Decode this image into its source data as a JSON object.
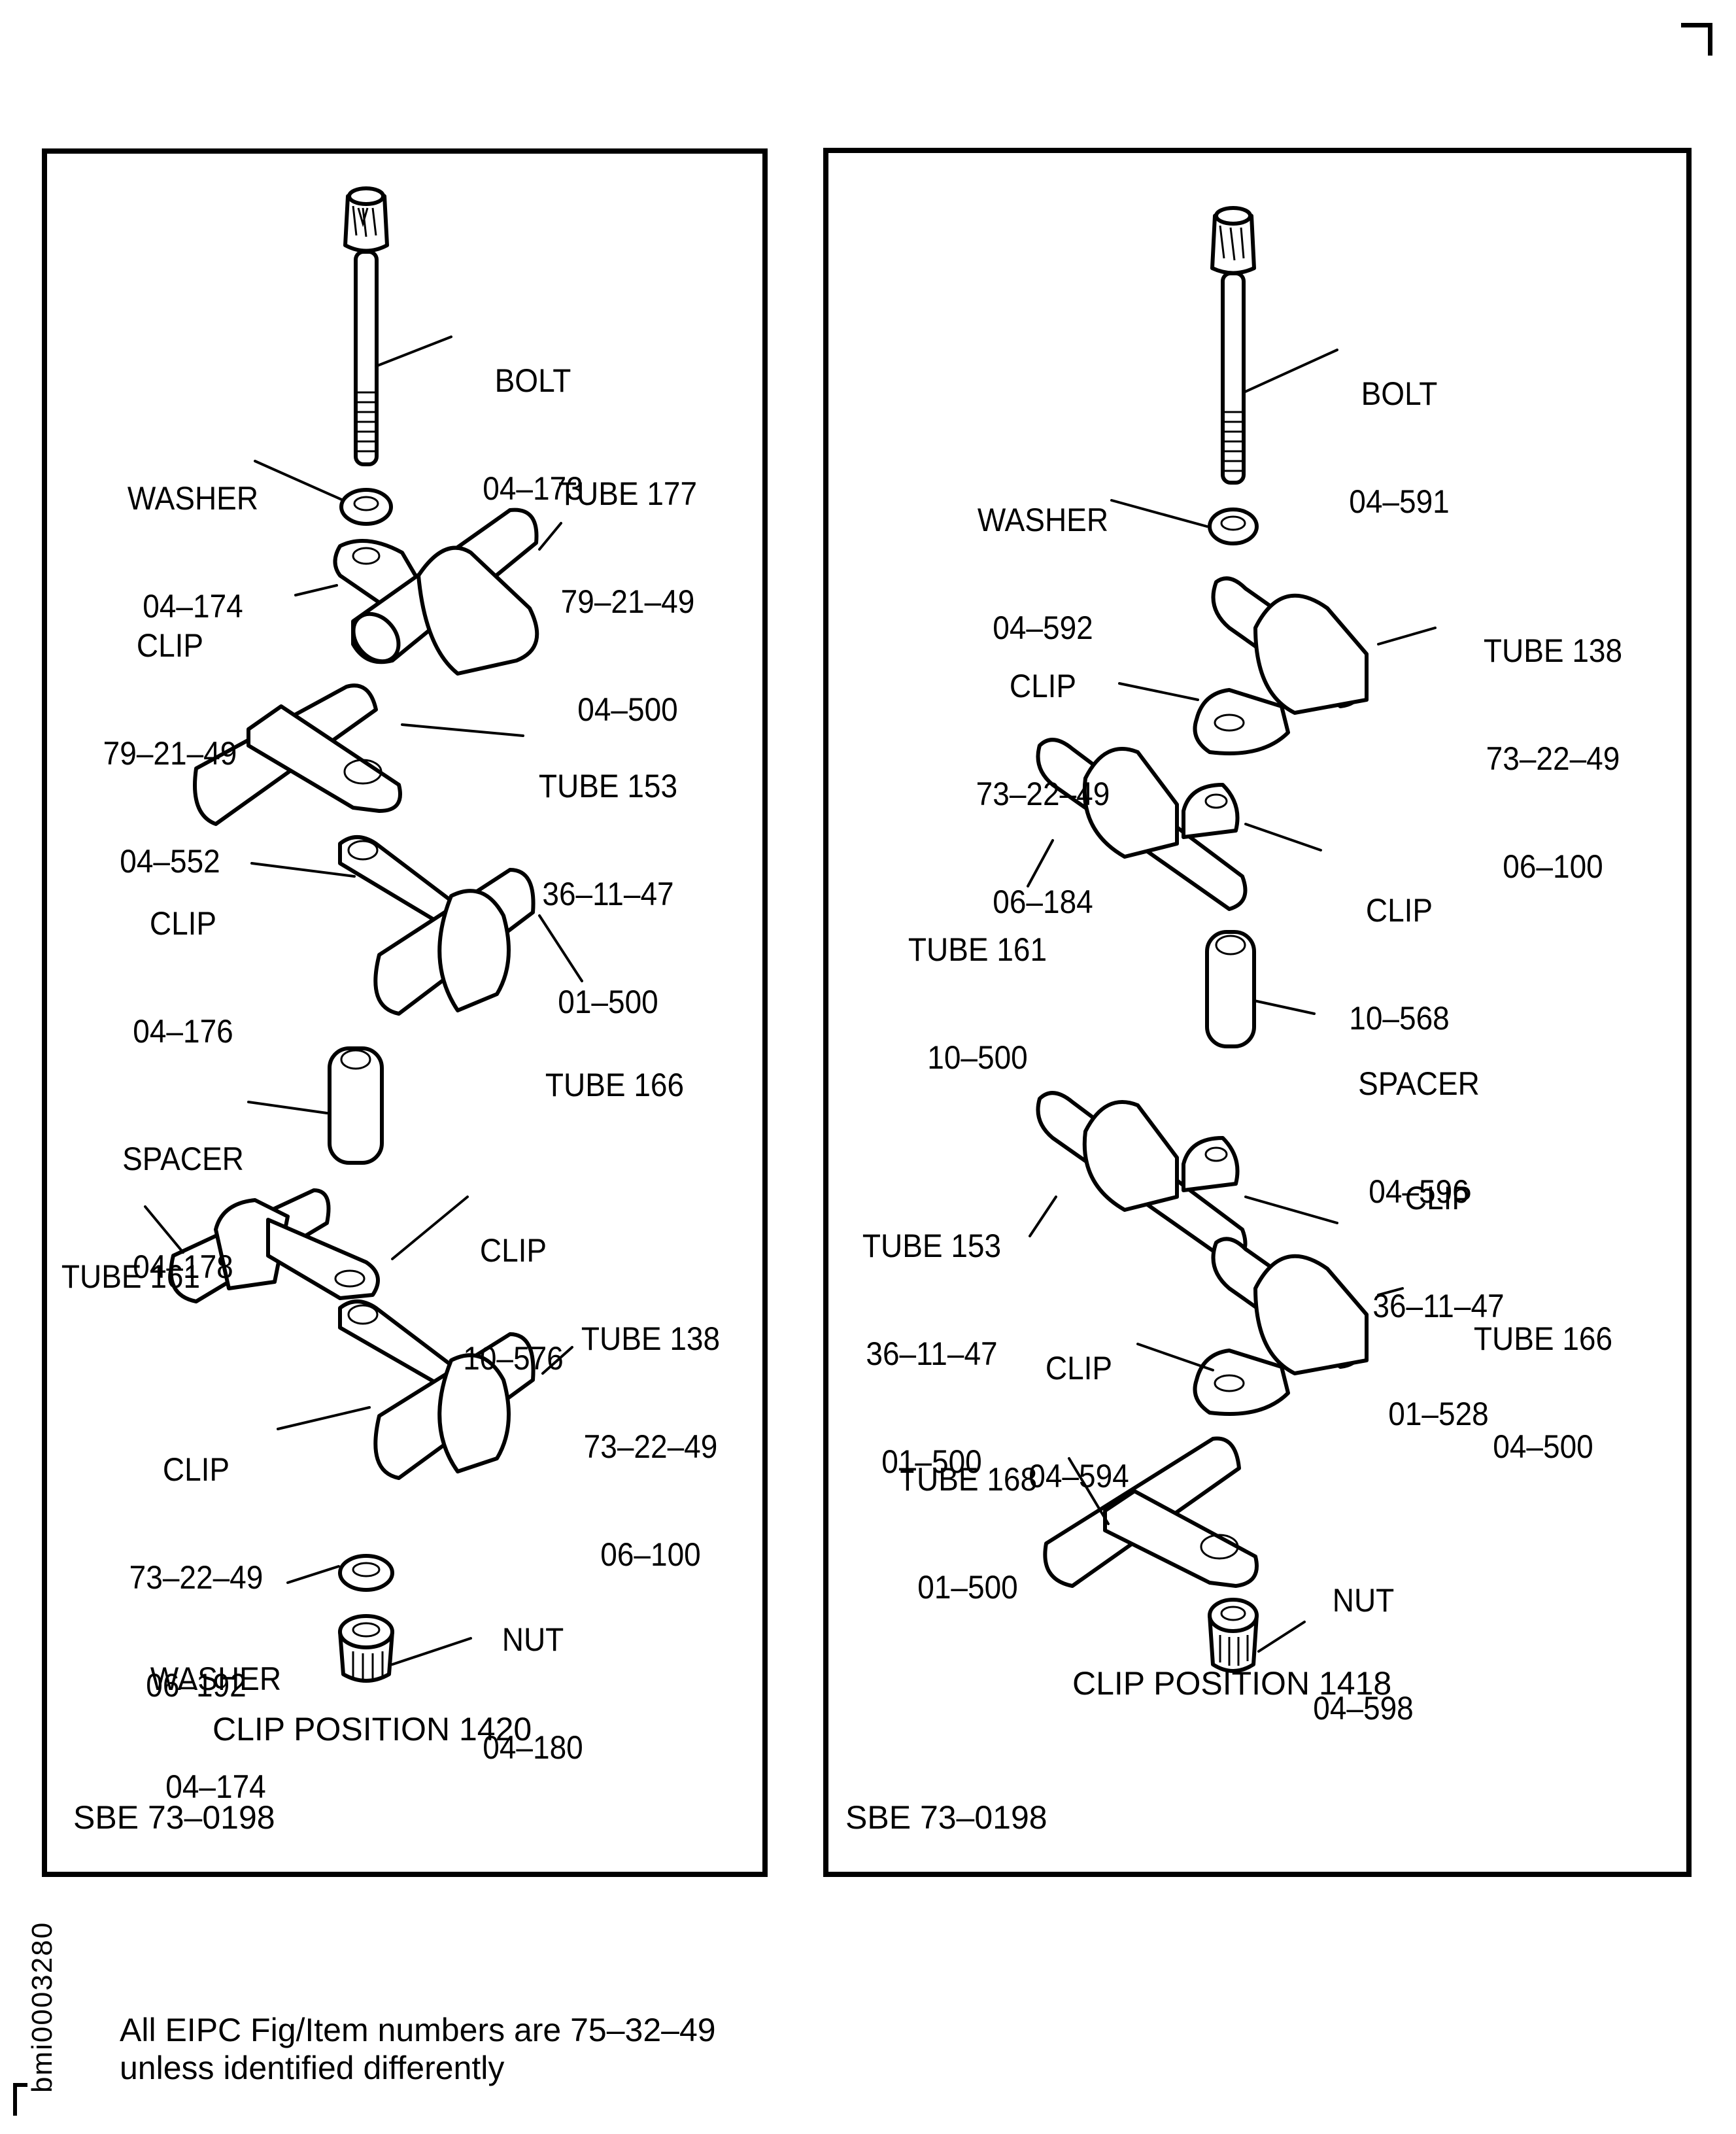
{
  "document": {
    "figure_id": "bmi0003280",
    "note_lines": [
      "All EIPC Fig/Item numbers are 75–32–49",
      "unless identified differently"
    ]
  },
  "panels": {
    "left": {
      "caption": "CLIP POSITION 1420",
      "reference": "SBE 73–0198",
      "callouts": [
        {
          "id": "bolt",
          "lines": [
            "BOLT",
            "04–173"
          ]
        },
        {
          "id": "washer-top",
          "lines": [
            "WASHER",
            "04–174"
          ]
        },
        {
          "id": "tube-177",
          "lines": [
            "TUBE 177",
            "79–21–49",
            "04–500"
          ]
        },
        {
          "id": "clip-1",
          "lines": [
            "CLIP",
            "79–21–49",
            "04–552"
          ]
        },
        {
          "id": "tube-153",
          "lines": [
            "TUBE 153",
            "36–11–47",
            "01–500"
          ]
        },
        {
          "id": "clip-2",
          "lines": [
            "CLIP",
            "04–176"
          ]
        },
        {
          "id": "tube-166",
          "lines": [
            "TUBE 166"
          ]
        },
        {
          "id": "spacer",
          "lines": [
            "SPACER",
            "04–178"
          ]
        },
        {
          "id": "clip-3",
          "lines": [
            "CLIP",
            "10–576"
          ]
        },
        {
          "id": "tube-161",
          "lines": [
            "TUBE 161"
          ]
        },
        {
          "id": "tube-138",
          "lines": [
            "TUBE 138",
            "73–22–49",
            "06–100"
          ]
        },
        {
          "id": "clip-4",
          "lines": [
            "CLIP",
            "73–22–49",
            "06–192"
          ]
        },
        {
          "id": "washer-bottom",
          "lines": [
            "WASHER",
            "04–174"
          ]
        },
        {
          "id": "nut",
          "lines": [
            "NUT",
            "04–180"
          ]
        }
      ]
    },
    "right": {
      "caption": "CLIP POSITION 1418",
      "reference": "SBE 73–0198",
      "callouts": [
        {
          "id": "bolt",
          "lines": [
            "BOLT",
            "04–591"
          ]
        },
        {
          "id": "washer",
          "lines": [
            "WASHER",
            "04–592"
          ]
        },
        {
          "id": "tube-138",
          "lines": [
            "TUBE 138",
            "73–22–49",
            "06–100"
          ]
        },
        {
          "id": "clip-1",
          "lines": [
            "CLIP",
            "73–22–49",
            "06–184"
          ]
        },
        {
          "id": "clip-2",
          "lines": [
            "CLIP",
            "10–568"
          ]
        },
        {
          "id": "tube-161",
          "lines": [
            "TUBE 161",
            "10–500"
          ]
        },
        {
          "id": "spacer",
          "lines": [
            "SPACER",
            "04–596"
          ]
        },
        {
          "id": "clip-3",
          "lines": [
            "CLIP",
            "36–11–47",
            "01–528"
          ]
        },
        {
          "id": "tube-153",
          "lines": [
            "TUBE 153",
            "36–11–47",
            "01–500"
          ]
        },
        {
          "id": "clip-4",
          "lines": [
            "CLIP",
            "04–594"
          ]
        },
        {
          "id": "tube-166",
          "lines": [
            "TUBE 166",
            "04–500"
          ]
        },
        {
          "id": "tube-168",
          "lines": [
            "TUBE 168",
            "01–500"
          ]
        },
        {
          "id": "nut",
          "lines": [
            "NUT",
            "04–598"
          ]
        }
      ]
    }
  }
}
